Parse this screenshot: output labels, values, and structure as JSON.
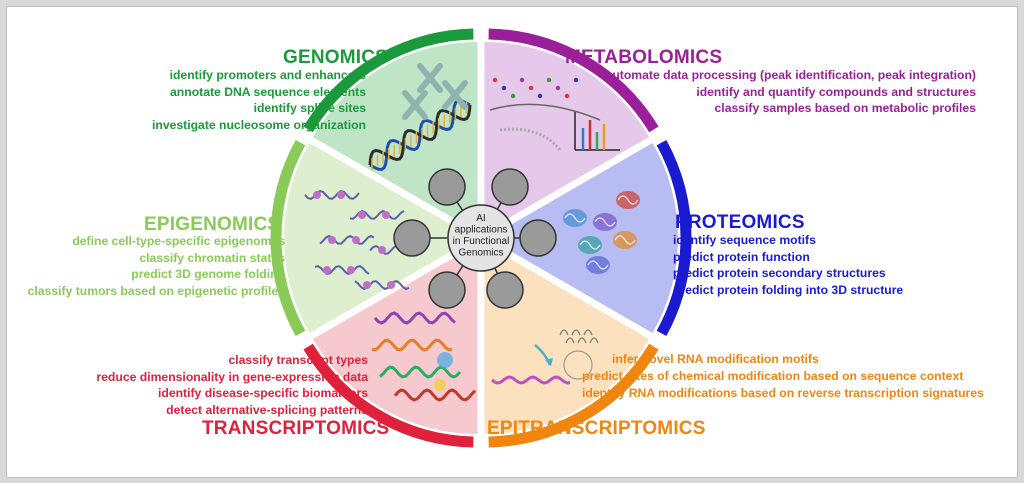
{
  "center": {
    "lines": [
      "AI",
      "applications",
      "in Functional",
      "Genomics"
    ]
  },
  "segments": {
    "genomics": {
      "title": "GENOMICS",
      "color": "#1a9a3a",
      "fill": "#bfe4c6",
      "items": [
        "identify promoters and enhancers",
        "annotate DNA sequence elements",
        "identify splice sites",
        "investigate nucleosome organization"
      ]
    },
    "metabolomics": {
      "title": "METABOLOMICS",
      "color": "#9b1f99",
      "fill": "#e6c9ea",
      "items": [
        "automate data processing (peak identification, peak integration)",
        "identify and quantify compounds and structures",
        "classify samples based on metabolic profiles"
      ]
    },
    "proteomics": {
      "title": "PROTEOMICS",
      "color": "#1a1ad1",
      "fill": "#b7bdf3",
      "items": [
        "identify sequence motifs",
        "predict protein function",
        "predict protein secondary structures",
        "predict protein folding into 3D structure"
      ]
    },
    "epitranscriptomics": {
      "title": "EPITRANSCRIPTOMICS",
      "color": "#f0850f",
      "fill": "#fbe1bd",
      "items": [
        "infer novel RNA modification motifs",
        "predict sites of chemical modification based on sequence context",
        "identify RNA modifications based on reverse transcription signatures"
      ]
    },
    "transcriptomics": {
      "title": "TRANSCRIPTOMICS",
      "color": "#e0213b",
      "fill": "#f6c9cf",
      "items": [
        "classify transcript types",
        "reduce dimensionality in gene-expression data",
        "identify disease-specific biomarkers",
        "detect alternative-splicing patterns"
      ]
    },
    "epigenomics": {
      "title": "EPIGENOMICS",
      "color": "#8acb57",
      "fill": "#deefcf",
      "items": [
        "define cell-type-specific epigenomes",
        "classify chromatin states",
        "predict 3D genome folding",
        "classify tumors based on epigenetic profiles"
      ]
    }
  }
}
